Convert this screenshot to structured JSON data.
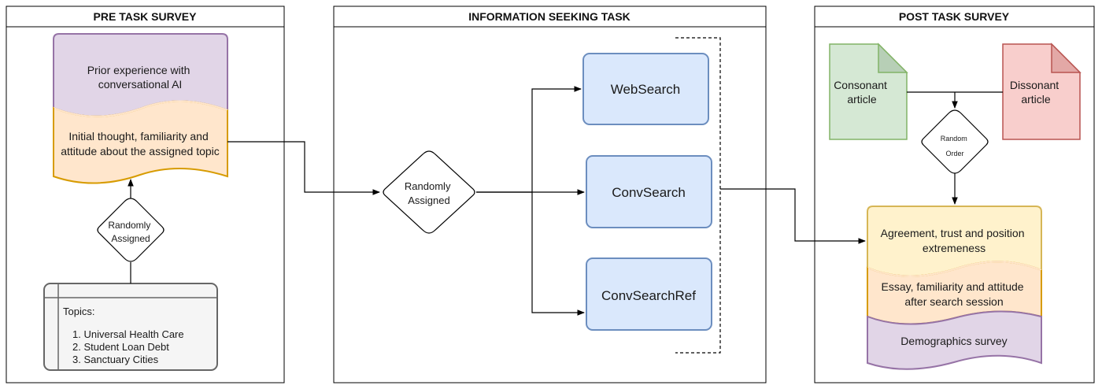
{
  "panels": {
    "pre": {
      "title": "PRE TASK SURVEY"
    },
    "task": {
      "title": "INFORMATION SEEKING TASK"
    },
    "post": {
      "title": "POST TASK SURVEY"
    }
  },
  "pre": {
    "prior_experience": {
      "line1": "Prior experience with",
      "line2": "conversational AI"
    },
    "initial_thought": {
      "line1": "Initial thought, familiarity and",
      "line2": "attitude about the assigned topic"
    },
    "random": {
      "line1": "Randomly",
      "line2": "Assigned"
    },
    "topics": {
      "heading": "Topics:",
      "items": [
        "1. Universal Health Care",
        "2. Student Loan Debt",
        "3. Sanctuary Cities"
      ]
    }
  },
  "task": {
    "random": {
      "line1": "Randomly",
      "line2": "Assigned"
    },
    "conditions": [
      "WebSearch",
      "ConvSearch",
      "ConvSearchRef"
    ]
  },
  "post": {
    "consonant": {
      "line1": "Consonant",
      "line2": "article"
    },
    "dissonant": {
      "line1": "Dissonant",
      "line2": "article"
    },
    "random_order": {
      "line1": "Random",
      "line2": "Order"
    },
    "agreement": {
      "line1": "Agreement, trust and position",
      "line2": "extremeness"
    },
    "essay": {
      "line1": "Essay, familiarity and attitude",
      "line2": "after search session"
    },
    "demographics": "Demographics survey"
  },
  "colors": {
    "purple_fill": "#e1d5e7",
    "purple_stroke": "#9673a6",
    "orange_fill": "#ffe6cc",
    "orange_stroke": "#d79b00",
    "blue_fill": "#dae8fc",
    "blue_stroke": "#6c8ebf",
    "green_fill": "#d5e8d4",
    "green_stroke": "#82b366",
    "red_fill": "#f8cecc",
    "red_stroke": "#b85450",
    "yellow_fill": "#fff2cc",
    "yellow_stroke": "#d6b656",
    "gray_fill": "#f5f5f5",
    "gray_stroke": "#666666"
  }
}
